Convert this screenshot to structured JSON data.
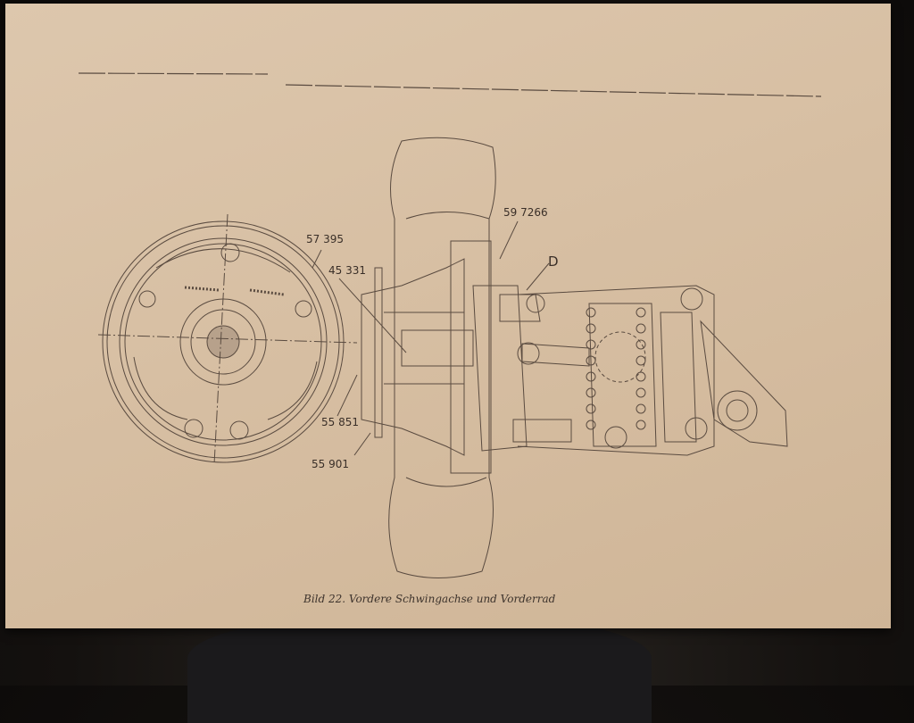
{
  "labels": {
    "part_57395": "57 395",
    "part_45331": "45 331",
    "part_59726": "59 7266",
    "part_d": "D",
    "part_55851": "55 851",
    "part_55901": "55 901"
  },
  "caption": "Bild 22. Vordere Schwingachse und Vorderrad",
  "colors": {
    "paper": "#d7bfa3",
    "ink": "#5a4b40"
  }
}
